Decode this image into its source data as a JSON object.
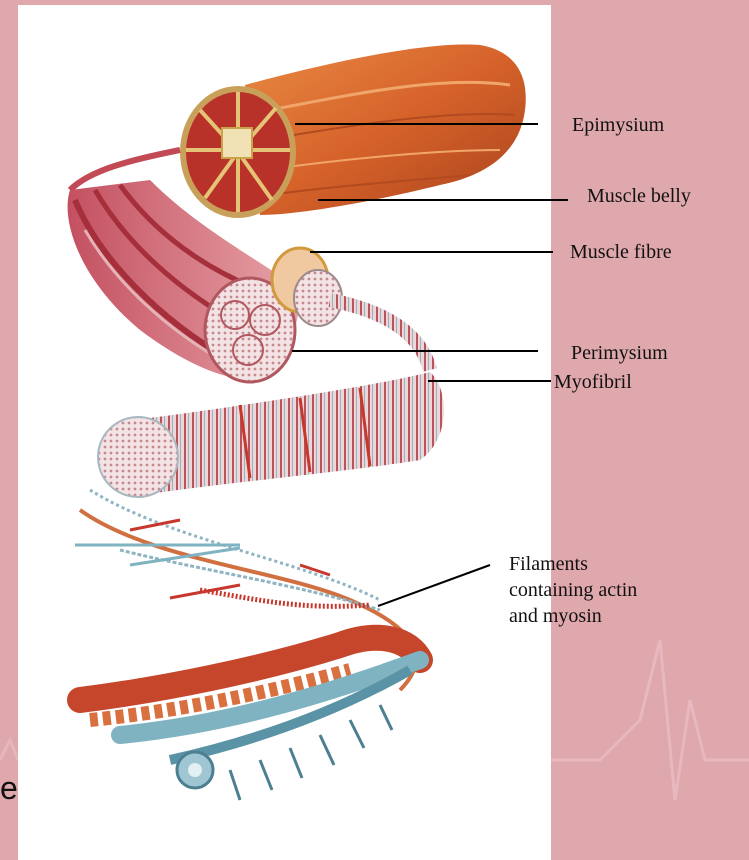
{
  "slide": {
    "edge_text": "e"
  },
  "labels": {
    "epimysium": "Epimysium",
    "muscle_belly": "Muscle belly",
    "muscle_fibre": "Muscle fibre",
    "perimysium": "Perimysium",
    "myofibril": "Myofibril",
    "filaments_line1": "Filaments",
    "filaments_line2": "containing actin",
    "filaments_line3": "and myosin"
  },
  "colors": {
    "slide_background": "#dfa8ad",
    "panel_background": "#ffffff",
    "muscle_orange": "#d6622a",
    "muscle_red": "#b83a44",
    "fibril_pink": "#e9c3c6",
    "filament_blue": "#7fb3c2",
    "filament_red": "#c8372c"
  }
}
